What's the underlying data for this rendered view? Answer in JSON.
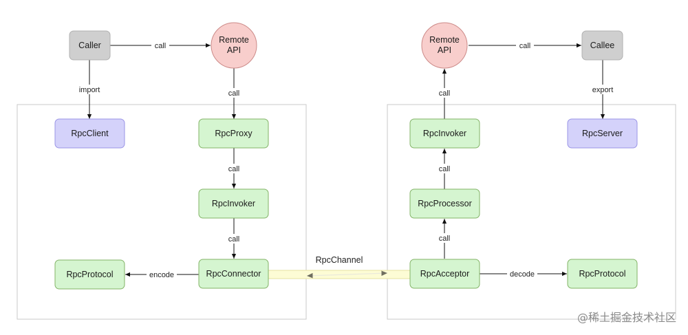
{
  "nodes": {
    "caller": "Caller",
    "remote_api_left": [
      "Remote",
      "API"
    ],
    "rpc_client": "RpcClient",
    "rpc_proxy": "RpcProxy",
    "rpc_invoker_left": "RpcInvoker",
    "rpc_connector": "RpcConnector",
    "rpc_protocol_left": "RpcProtocol",
    "remote_api_right": [
      "Remote",
      "API"
    ],
    "callee": "Callee",
    "rpc_invoker_right": "RpcInvoker",
    "rpc_server": "RpcServer",
    "rpc_processor": "RpcProcessor",
    "rpc_acceptor": "RpcAcceptor",
    "rpc_protocol_right": "RpcProtocol"
  },
  "edges": {
    "caller_to_remote": "call",
    "caller_import": "import",
    "remote_to_proxy": "call",
    "proxy_to_invoker": "call",
    "invoker_to_connector": "call",
    "connector_encode": "encode",
    "channel": "RpcChannel",
    "acceptor_decode": "decode",
    "acceptor_to_processor": "call",
    "processor_to_invoker": "call",
    "invoker_to_remote": "call",
    "remote_to_callee": "call",
    "callee_export": "export"
  },
  "watermark": "@稀土掘金技术社区",
  "colors": {
    "gray_node": "#cfcfcf",
    "gray_stroke": "#b0b0b0",
    "red_node": "#f8cecc",
    "red_stroke": "#cc8a88",
    "green_node": "#d5f5d0",
    "green_stroke": "#82b366",
    "purple_node": "#d4d2fa",
    "purple_stroke": "#9a94e6",
    "channel_fill": "#fdfcd5",
    "channel_stroke": "#e6e2a0"
  }
}
